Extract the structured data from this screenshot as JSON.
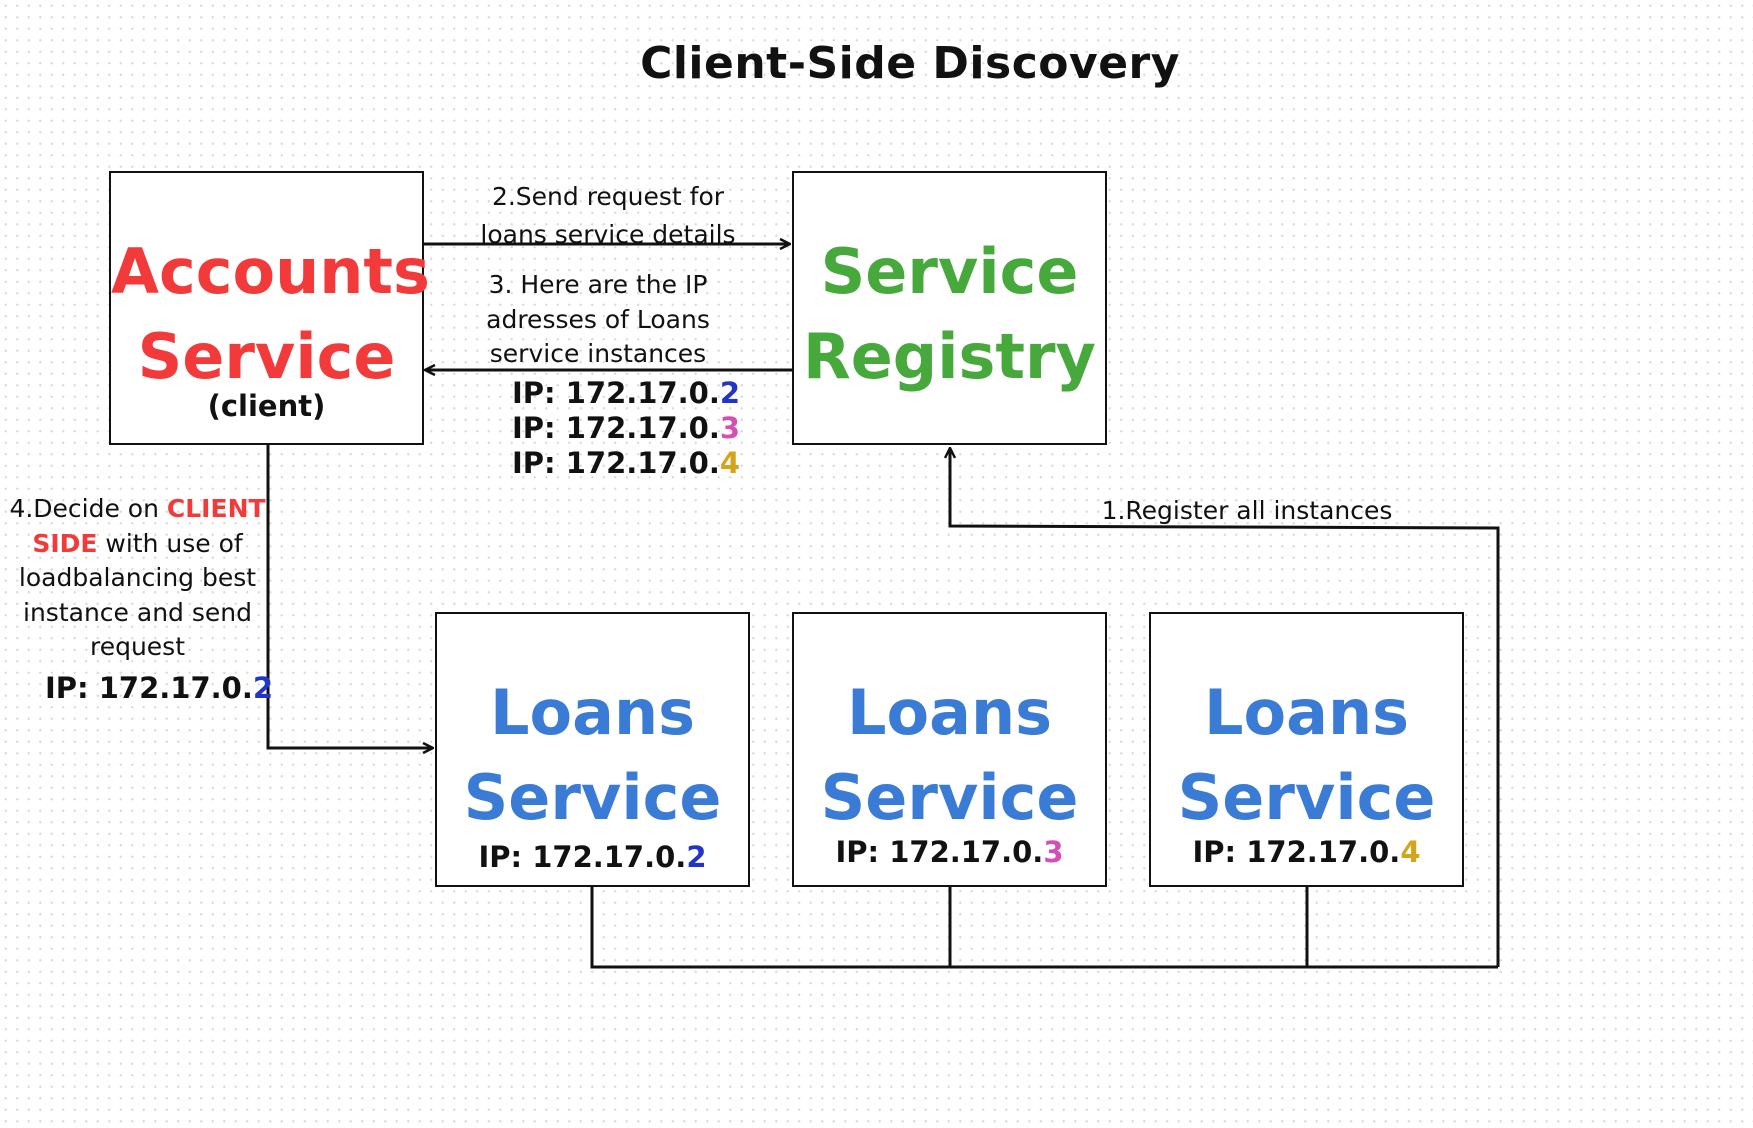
{
  "title": "Client-Side Discovery",
  "colors": {
    "accounts": "#f23a3a",
    "registry": "#47a93b",
    "loans": "#3a7bd5",
    "ip_2": "#2335c8",
    "ip_3": "#d54fb3",
    "ip_4": "#d4a51a",
    "line": "#111111"
  },
  "accounts": {
    "line1": "Accounts",
    "line2": "Service",
    "sub": "(client)"
  },
  "registry": {
    "line1": "Service",
    "line2": "Registry"
  },
  "loans": [
    {
      "line1": "Loans",
      "line2": "Service",
      "ip_prefix": "IP: 172.17.0.",
      "ip_suffix": "2"
    },
    {
      "line1": "Loans",
      "line2": "Service",
      "ip_prefix": "IP: 172.17.0.",
      "ip_suffix": "3"
    },
    {
      "line1": "Loans",
      "line2": "Service",
      "ip_prefix": "IP: 172.17.0.",
      "ip_suffix": "4"
    }
  ],
  "steps": {
    "step1": "1.Register all instances",
    "step2": {
      "line1": "2.Send request for",
      "line2": "loans service details"
    },
    "step3": {
      "line1": "3. Here are the IP",
      "line2": "adresses of Loans",
      "line3": "service instances"
    },
    "step3_ips": [
      {
        "prefix": "IP: 172.17.0.",
        "suffix": "2"
      },
      {
        "prefix": "IP: 172.17.0.",
        "suffix": "3"
      },
      {
        "prefix": "IP: 172.17.0.",
        "suffix": "4"
      }
    ],
    "step4": {
      "pre": "4.Decide on ",
      "highlight1": "CLIENT",
      "highlight2": "SIDE",
      "post1": " with use of",
      "line3": "loadbalancing best",
      "line4": "instance and send",
      "line5": "request",
      "ip_prefix": "IP: 172.17.0.",
      "ip_suffix": "2"
    }
  }
}
